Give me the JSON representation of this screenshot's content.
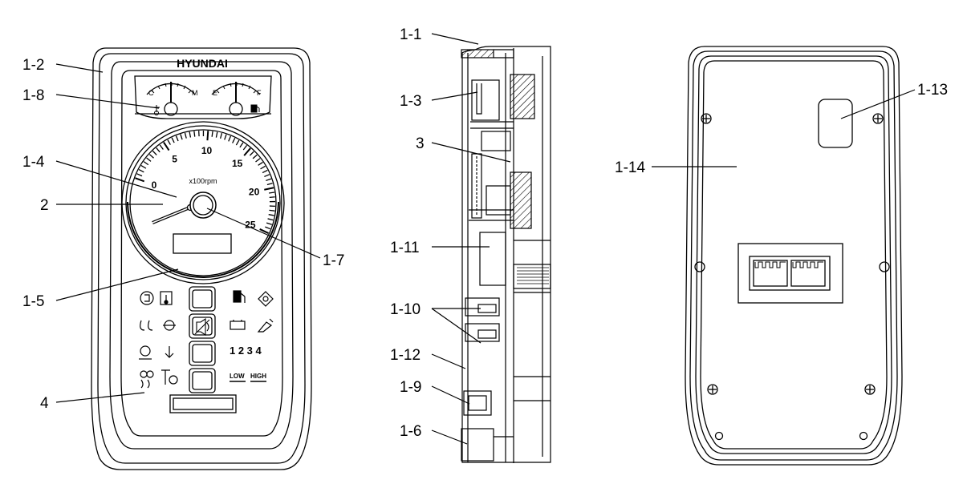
{
  "front": {
    "brand": "HYUNDAI",
    "tacho": {
      "ticks": [
        {
          "label": "0",
          "value": 0
        },
        {
          "label": "5",
          "value": 5
        },
        {
          "label": "10",
          "value": 10
        },
        {
          "label": "15",
          "value": 15
        },
        {
          "label": "20",
          "value": 20
        },
        {
          "label": "25",
          "value": 25
        }
      ],
      "unit": "x100rpm"
    },
    "temp_gauge": {
      "cold": "C",
      "max": "M"
    },
    "fuel_gauge": {
      "empty": "E",
      "full": "F"
    },
    "panel": {
      "gear_numbers": "1 2 3 4",
      "low_label": "LOW",
      "high_label": "HIGH"
    }
  },
  "callouts": {
    "c1_1": "1-1",
    "c1_2": "1-2",
    "c1_3": "1-3",
    "c1_4": "1-4",
    "c1_5": "1-5",
    "c1_6": "1-6",
    "c1_7": "1-7",
    "c1_8": "1-8",
    "c1_9": "1-9",
    "c1_10": "1-10",
    "c1_11": "1-11",
    "c1_12": "1-12",
    "c1_13": "1-13",
    "c1_14": "1-14",
    "c2": "2",
    "c3": "3",
    "c4": "4"
  }
}
